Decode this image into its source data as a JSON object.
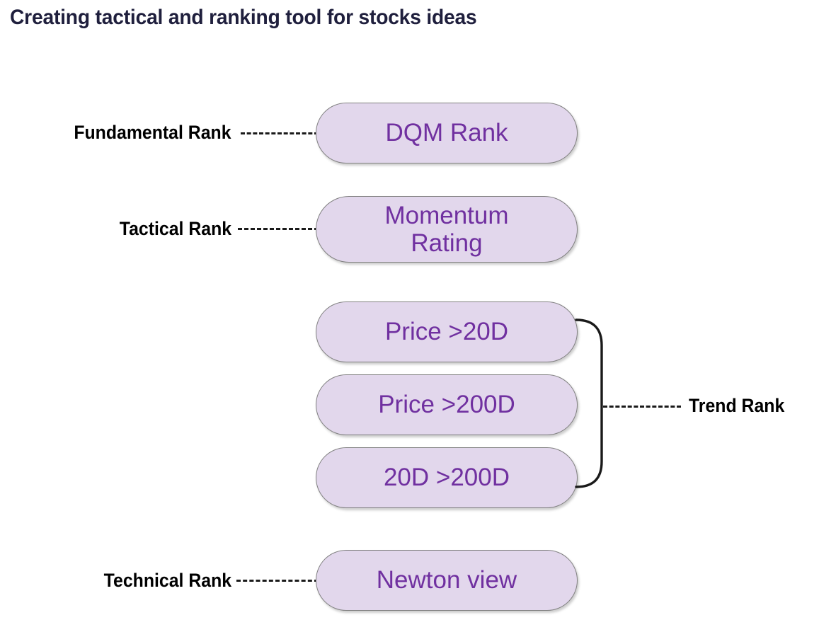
{
  "title": "Creating tactical and ranking tool for stocks ideas",
  "colors": {
    "title": "#1f1f3d",
    "pill_fill": "#e2d7ec",
    "pill_border": "#808080",
    "pill_text": "#7030a0",
    "label_text": "#000000",
    "connector": "#1a1a1a",
    "background": "#ffffff"
  },
  "diagram": {
    "type": "flow-grouping",
    "nodes": [
      {
        "id": "dqm",
        "label": "DQM Rank",
        "lines": [
          "DQM Rank"
        ]
      },
      {
        "id": "momentum",
        "label": "Momentum Rating",
        "lines": [
          "Momentum",
          "Rating"
        ]
      },
      {
        "id": "price20",
        "label": "Price >20D",
        "lines": [
          "Price >20D"
        ]
      },
      {
        "id": "price200",
        "label": "Price >200D",
        "lines": [
          "Price >200D"
        ]
      },
      {
        "id": "ma20200",
        "label": "20D >200D",
        "lines": [
          "20D >200D"
        ]
      },
      {
        "id": "newton",
        "label": "Newton view",
        "lines": [
          "Newton view"
        ]
      }
    ],
    "rank_labels": [
      {
        "id": "fundamental",
        "text": "Fundamental Rank",
        "side": "left",
        "connects_to": [
          "dqm"
        ]
      },
      {
        "id": "tactical",
        "text": "Tactical Rank",
        "side": "left",
        "connects_to": [
          "momentum"
        ]
      },
      {
        "id": "trend",
        "text": "Trend Rank",
        "side": "right",
        "connects_to": [
          "price20",
          "price200",
          "ma20200"
        ]
      },
      {
        "id": "technical",
        "text": "Technical Rank",
        "side": "left",
        "connects_to": [
          "newton"
        ]
      }
    ],
    "connector_style": "dashed",
    "group_bracket": {
      "wraps": [
        "price20",
        "price200",
        "ma20200"
      ],
      "side": "right"
    }
  }
}
